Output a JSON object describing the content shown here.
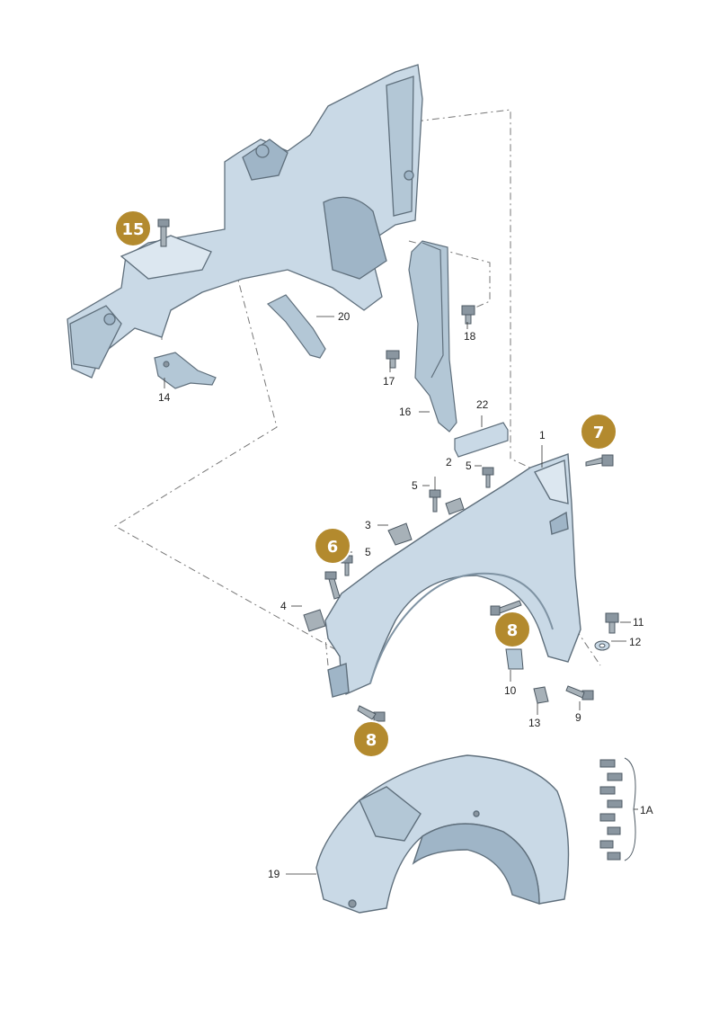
{
  "colors": {
    "part_fill": "#c9d9e6",
    "part_shade": "#9fb5c7",
    "part_edge": "#5f6f7c",
    "hardware": "#8a96a0",
    "badge_fill": "#b38a2e",
    "badge_ring": "#ffffff",
    "leader": "#333333",
    "dashed": "#777777"
  },
  "labels": {
    "p1": "1",
    "p1a": "1A",
    "p2": "2",
    "p3": "3",
    "p4": "4",
    "p5a": "5",
    "p5b": "5",
    "p5c": "5",
    "p9": "9",
    "p10": "10",
    "p11": "11",
    "p12": "12",
    "p13": "13",
    "p14": "14",
    "p16": "16",
    "p17": "17",
    "p18": "18",
    "p19": "19",
    "p20": "20",
    "p22": "22"
  },
  "badges": {
    "b15": "15",
    "b7": "7",
    "b6": "6",
    "b8a": "8",
    "b8b": "8"
  },
  "icons": {
    "badge": "gold-circle-marker",
    "bolt": "bolt-icon",
    "screw": "screw-icon",
    "washer": "washer-icon",
    "clip": "clip-icon"
  }
}
